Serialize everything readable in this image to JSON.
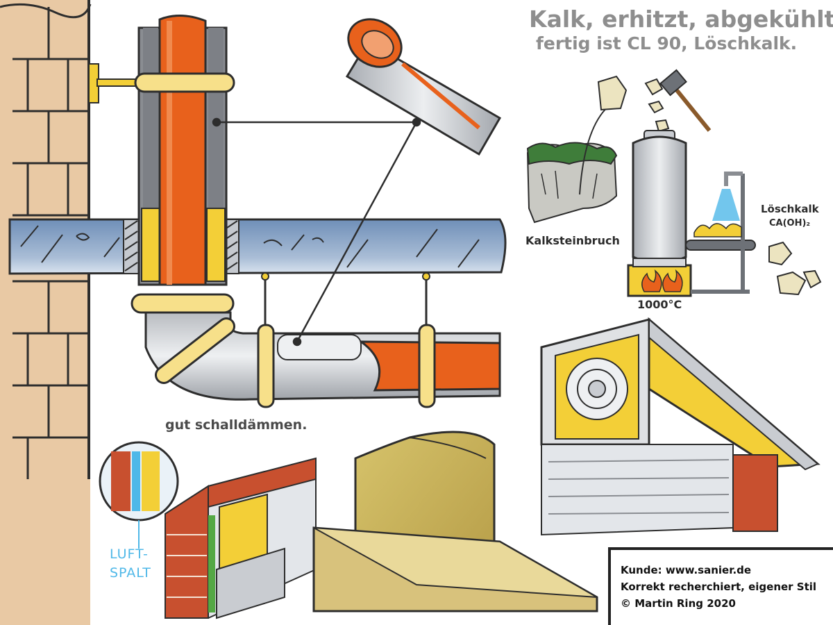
{
  "title": {
    "line1": "Kalk, erhitzt, abgekühlt,",
    "line2": "fertig ist CL 90, Löschkalk."
  },
  "lime_process": {
    "quarry_label": "Kalksteinbruch",
    "temperature_label": "1000°C",
    "slaked_lime_label": "Löschkalk",
    "formula_label": "CA(OH)₂"
  },
  "pipe_section": {
    "caption": "gut schalldämmen."
  },
  "wall_detail": {
    "air_gap_line1": "LUFT-",
    "air_gap_line2": "SPALT"
  },
  "credits": {
    "client": "Kunde: www.sanier.de",
    "note": "Korrekt recherchiert, eigener Stil",
    "copyright": "© Martin Ring 2020"
  },
  "colors": {
    "pipe_orange": "#e8611c",
    "insulation_yellow": "#f3cf37",
    "brick_tan": "#e9c9a4",
    "brick_red": "#c8502f",
    "steel_grey": "#c9ccd1",
    "slab_blue": "#8ea7c7",
    "title_grey": "#8e8e8e",
    "air_gap_blue": "#4fb8e8"
  },
  "icons": [
    "hammer-icon",
    "flame-icon",
    "water-tap-icon",
    "limestone-rocks-icon"
  ]
}
